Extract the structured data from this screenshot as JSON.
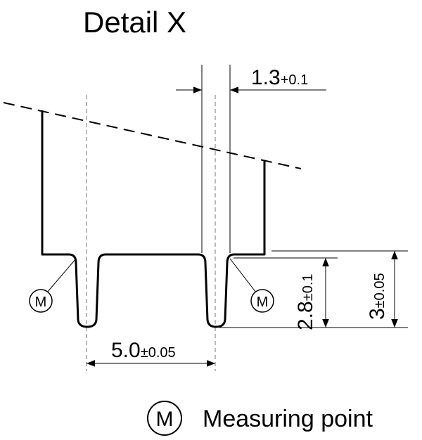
{
  "title": "Detail  X",
  "dimensions": {
    "pin_width": {
      "value": "1.3",
      "tolerance": "+0.1"
    },
    "pin_pitch": {
      "value": "5.0",
      "tolerance": "±0.05"
    },
    "inner_height": {
      "value": "2.8",
      "tolerance": "±0.1"
    },
    "total_height": {
      "value": "3",
      "tolerance": "±0.05"
    }
  },
  "markers": {
    "measuring_symbol": "M"
  },
  "legend": {
    "symbol": "M",
    "label": "Measuring point"
  }
}
